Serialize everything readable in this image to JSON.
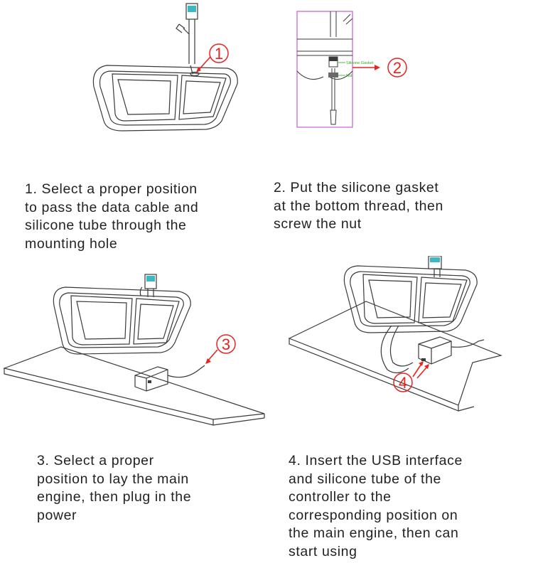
{
  "steps": [
    {
      "marker": "1",
      "lines": [
        "1. Select a proper position",
        "to pass the data cable and",
        "silicone tube through the",
        "mounting hole"
      ]
    },
    {
      "marker": "2",
      "lines": [
        "2. Put the silicone gasket",
        "at the bottom thread, then",
        "screw the nut"
      ],
      "callouts": {
        "gasket": "Silicone Gasket",
        "nut": "Nut"
      }
    },
    {
      "marker": "3",
      "lines": [
        "3. Select a proper",
        "position to lay the main",
        "engine, then plug in the",
        "power"
      ]
    },
    {
      "marker": "4",
      "lines": [
        "4. Insert the USB interface",
        "and silicone tube of the",
        "controller to the",
        "corresponding position on",
        "the main engine, then can",
        "start using"
      ]
    }
  ],
  "colors": {
    "marker": "#e8231f",
    "callout_text": "#22b022",
    "frame": "#c85fc8",
    "line": "#3a3a3a",
    "faucet_screen": "#3cb8c4"
  }
}
